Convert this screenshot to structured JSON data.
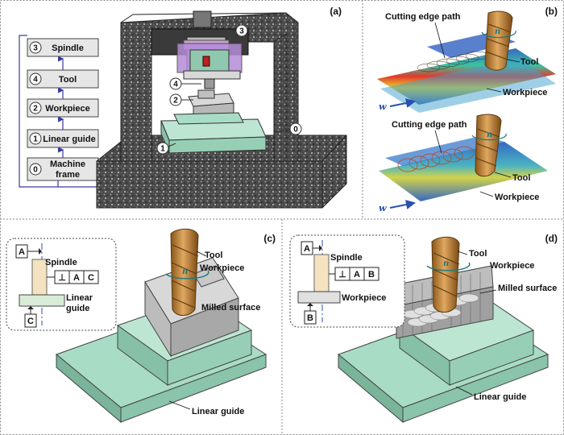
{
  "panels": {
    "a": "(a)",
    "b": "(b)",
    "c": "(c)",
    "d": "(d)"
  },
  "chain": [
    {
      "num": "3",
      "label": "Spindle"
    },
    {
      "num": "4",
      "label": "Tool"
    },
    {
      "num": "2",
      "label": "Workpiece"
    },
    {
      "num": "1",
      "label": "Linear guide"
    },
    {
      "num": "0",
      "label_line1": "Machine",
      "label_line2": "frame"
    }
  ],
  "callouts_a": [
    "3",
    "4",
    "2",
    "1",
    "0"
  ],
  "panel_b": {
    "top": {
      "path_label": "Cutting edge path",
      "tool": "Tool",
      "workpiece": "Workpiece",
      "feed": "w",
      "rotation": "n"
    },
    "bottom": {
      "path_label": "Cutting edge path",
      "tool": "Tool",
      "workpiece": "Workpiece",
      "feed": "w",
      "rotation": "n"
    }
  },
  "panel_c": {
    "tool": "Tool",
    "workpiece": "Workpiece",
    "milled": "Milled surface",
    "guide": "Linear guide",
    "rotation": "n",
    "gdt": {
      "datum_top": "A",
      "spindle": "Spindle",
      "symbol": "⊥",
      "ref1": "A",
      "ref2": "C",
      "guide_l1": "Linear",
      "guide_l2": "guide",
      "datum_bottom": "C"
    }
  },
  "panel_d": {
    "tool": "Tool",
    "workpiece": "Workpiece",
    "milled": "Milled surface",
    "guide": "Linear guide",
    "rotation": "n",
    "gdt": {
      "datum_top": "A",
      "spindle": "Spindle",
      "symbol": "⊥",
      "ref1": "A",
      "ref2": "B",
      "workpiece": "Workpiece",
      "datum_bottom": "B"
    }
  },
  "colors": {
    "granite": "#3a3a3a",
    "green": "#a8dcc4",
    "tool": "#c8893a",
    "heat_red": "#e03020",
    "heat_blue": "#2a60c0"
  }
}
